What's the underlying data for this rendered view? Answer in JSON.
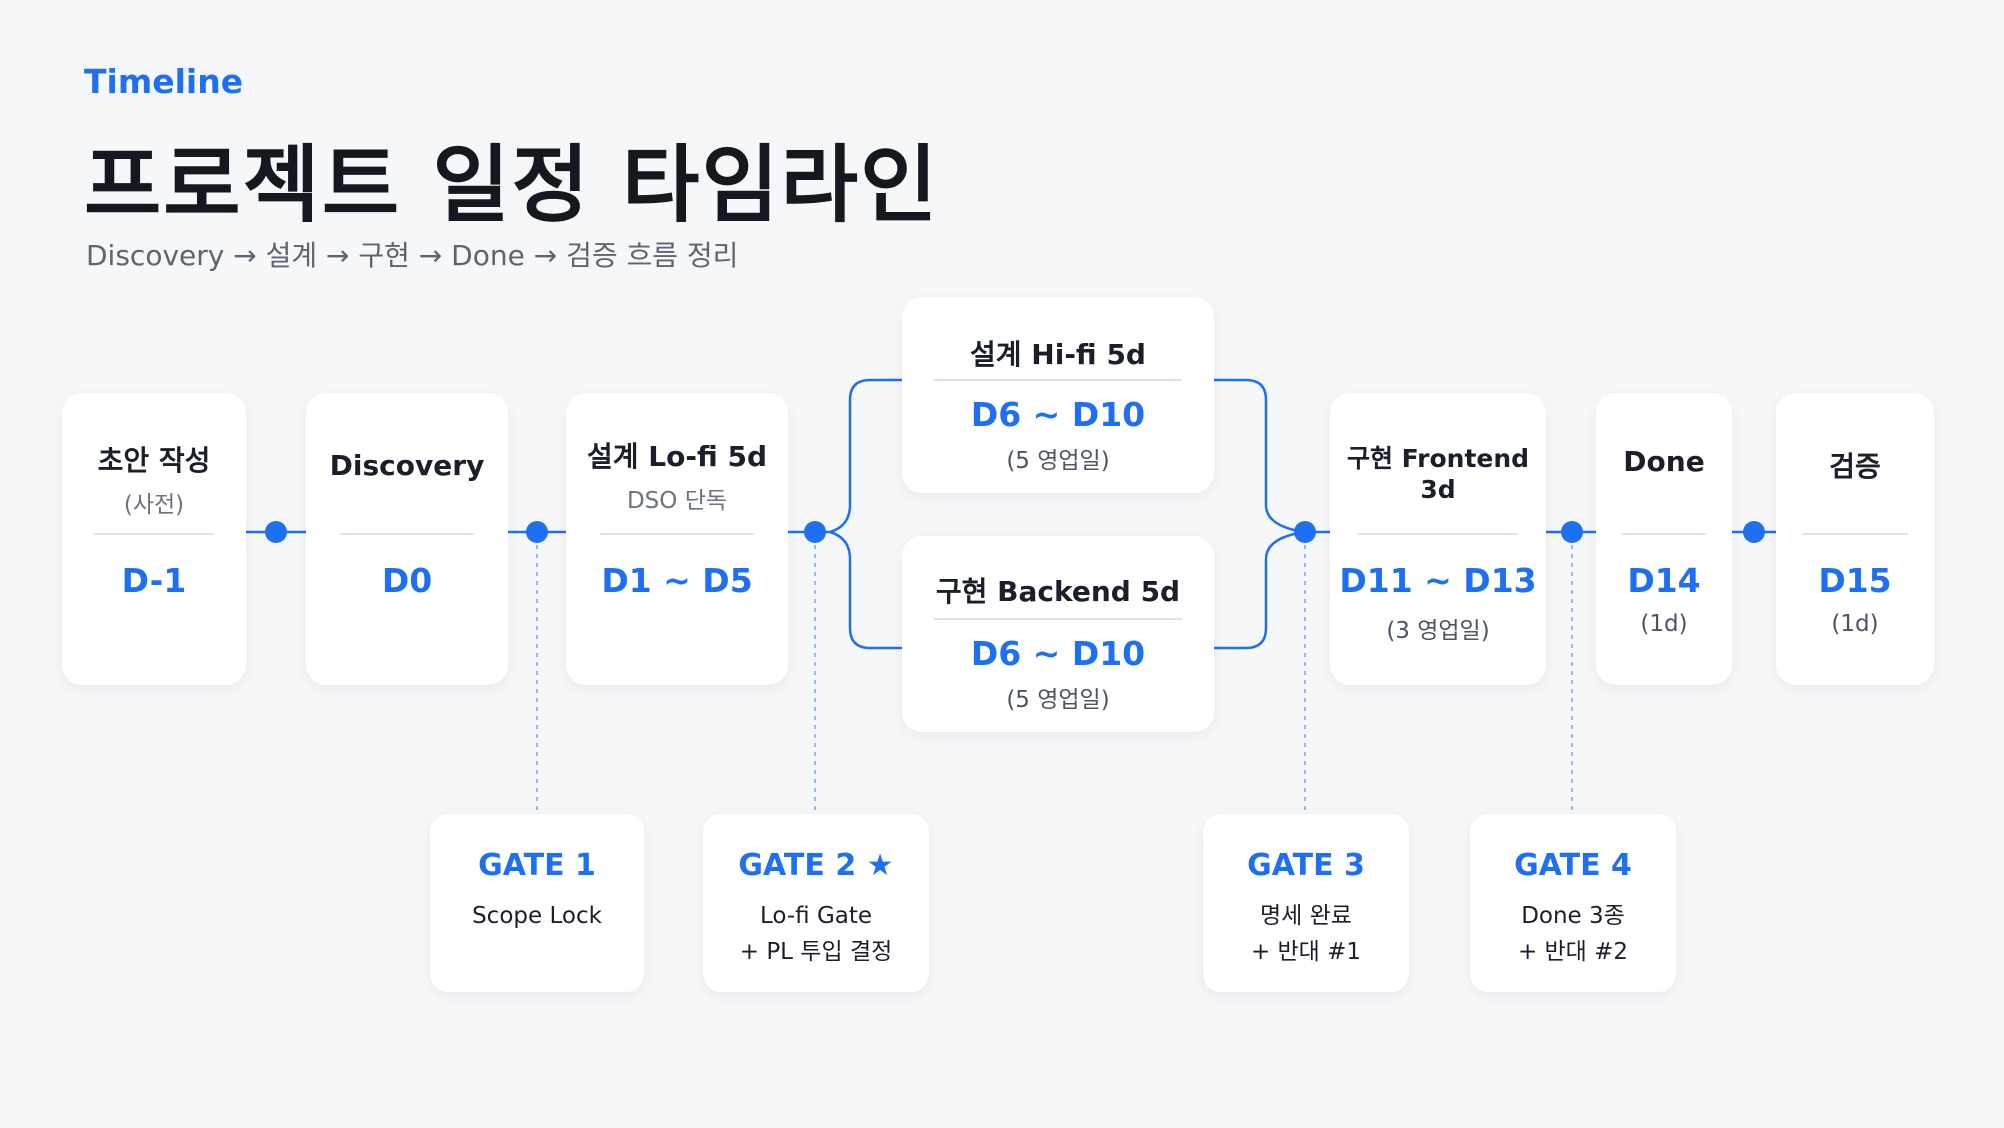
{
  "header": {
    "eyebrow": "Timeline",
    "title": "프로젝트 일정 타임라인",
    "subtitle": "Discovery → 설계 → 구현 → Done → 검증 흐름 정리"
  },
  "accent_color": "#1f6ff2",
  "phases": [
    {
      "title": "초안 작성",
      "sub": "(사전)",
      "date": "D-1",
      "duration": ""
    },
    {
      "title": "Discovery",
      "sub": "",
      "date": "D0",
      "duration": ""
    },
    {
      "title": "설계 Lo-fi 5d",
      "sub": "DSO 단독",
      "date": "D1 ~ D5",
      "duration": ""
    },
    {
      "title": "설계 Hi-fi 5d",
      "sub": "",
      "date": "D6 ~ D10",
      "duration": "(5 영업일)"
    },
    {
      "title": "구현 Backend 5d",
      "sub": "",
      "date": "D6 ~ D10",
      "duration": "(5 영업일)"
    },
    {
      "title": "구현 Frontend 3d",
      "sub": "",
      "date": "D11 ~ D13",
      "duration": "(3 영업일)"
    },
    {
      "title": "Done",
      "sub": "",
      "date": "D14",
      "duration": "(1d)"
    },
    {
      "title": "검증",
      "sub": "",
      "date": "D15",
      "duration": "(1d)"
    }
  ],
  "gates": [
    {
      "title": "GATE 1",
      "line1": "Scope Lock",
      "line2": ""
    },
    {
      "title": "GATE 2 ★",
      "line1": "Lo-fi Gate",
      "line2": "+ PL 투입 결정"
    },
    {
      "title": "GATE 3",
      "line1": "명세 완료",
      "line2": "+ 반대 #1"
    },
    {
      "title": "GATE 4",
      "line1": "Done 3종",
      "line2": "+ 반대 #2"
    }
  ]
}
